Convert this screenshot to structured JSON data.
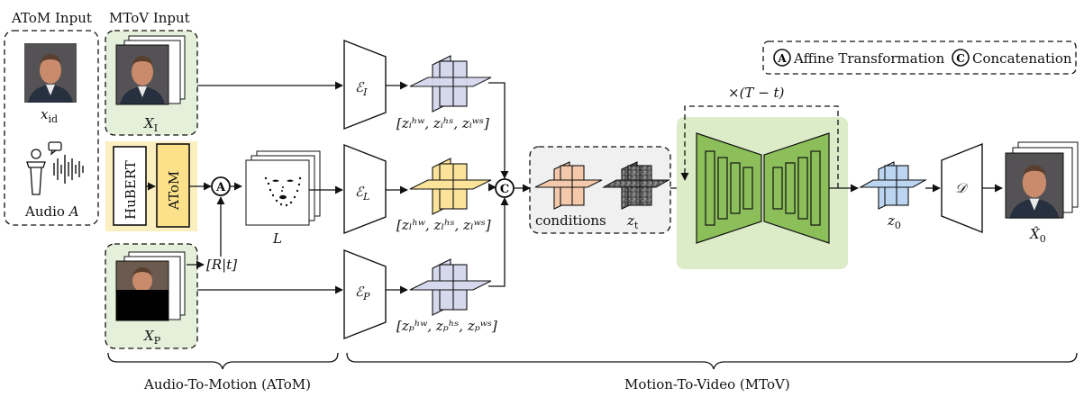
{
  "inputs": {
    "atom_input_title": "AToM Input",
    "mtov_input_title": "MToV Input",
    "x_id_label": "x",
    "x_id_sub": "id",
    "audio_label": "Audio",
    "audio_var": "A",
    "x_i_label": "X",
    "x_i_sub": "I",
    "x_p_label": "X",
    "x_p_sub": "P"
  },
  "atom_blocks": {
    "hubert_label": "HuBERT",
    "atom_label": "AToM",
    "affine_symbol": "A",
    "rt_label": "[R|t]",
    "landmark_label": "L"
  },
  "encoders": {
    "e_i": {
      "symbol": "ℰ",
      "sub": "I"
    },
    "e_l": {
      "symbol": "ℰ",
      "sub": "L"
    },
    "e_p": {
      "symbol": "ℰ",
      "sub": "P"
    }
  },
  "triplanes": {
    "i": {
      "label": "[zᵢʰʷ, zᵢʰˢ, zᵢʷˢ]",
      "color": "#d6d8ee"
    },
    "l": {
      "label": "[zₗʰʷ, zₗʰˢ, zₗʷˢ]",
      "color": "#fbe39a"
    },
    "p": {
      "label": "[zₚʰʷ, zₚʰˢ, zₚʷˢ]",
      "color": "#d6d8ee"
    }
  },
  "fusion": {
    "concat_symbol": "C",
    "conditions_label": "conditions",
    "zt_label": "z",
    "zt_sub": "t",
    "conditions_color": "#f4c9ab",
    "zt_color": "#555555"
  },
  "denoiser": {
    "loop_label": "×(T − t)",
    "unet_color": "#8cbf5a",
    "panel_color": "#dcebc8"
  },
  "decoder": {
    "z0_label": "z",
    "z0_sub": "0",
    "z0_color": "#bcd6f2",
    "d_symbol": "𝒟",
    "output_label": "X̂",
    "output_sub": "0"
  },
  "legend": {
    "a_symbol": "A",
    "a_text": "Affine Transformation",
    "c_symbol": "C",
    "c_text": "Concatenation"
  },
  "sections": {
    "atom_brace_label": "Audio-To-Motion (AToM)",
    "mtov_brace_label": "Motion-To-Video (MToV)"
  },
  "colors": {
    "atom_yellow": "#fce18a",
    "green_panel": "#e2efd5",
    "portrait_bg": "#5a4a42",
    "portrait_skin": "#c98b6c"
  }
}
